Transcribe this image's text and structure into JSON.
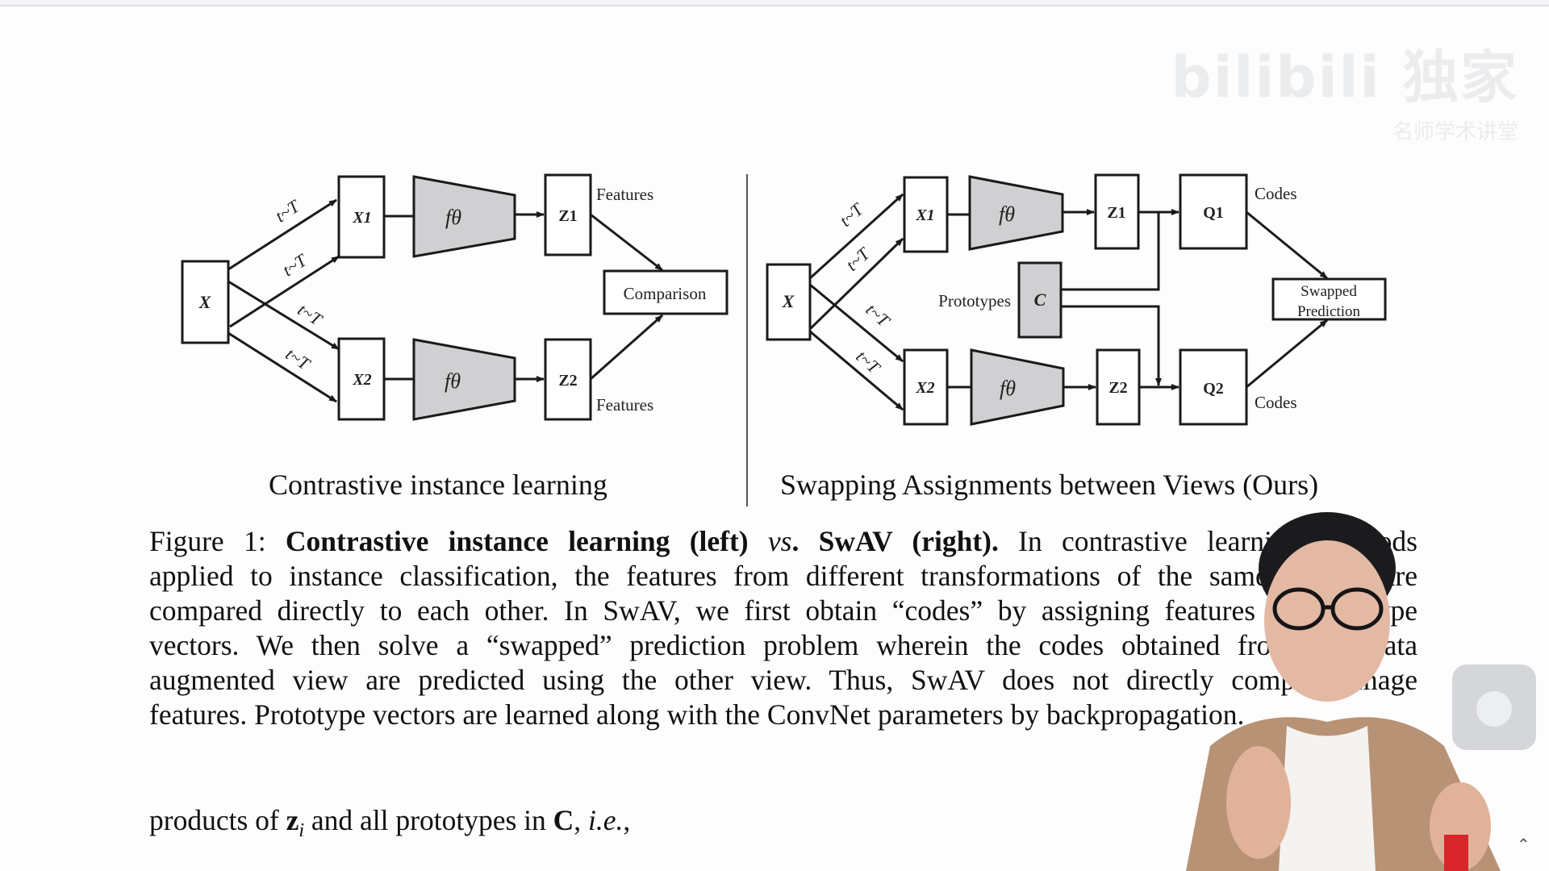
{
  "watermark": {
    "logo": "bilibili 独家",
    "sub": "名师学术讲堂"
  },
  "figure": {
    "left": {
      "input": "X",
      "views": [
        "X1",
        "X2"
      ],
      "encoder": "fθ",
      "features": [
        "Z1",
        "Z2"
      ],
      "features_label": "Features",
      "transform_label": "t~T",
      "comparison": "Comparison",
      "subcaption": "Contrastive instance learning"
    },
    "right": {
      "input": "X",
      "views": [
        "X1",
        "X2"
      ],
      "encoder": "fθ",
      "features": [
        "Z1",
        "Z2"
      ],
      "codes": [
        "Q1",
        "Q2"
      ],
      "codes_label": "Codes",
      "prototypes_label": "Prototypes",
      "prototypes": "C",
      "transform_label": "t~T",
      "swapped_line1": "Swapped",
      "swapped_line2": "Prediction",
      "subcaption": "Swapping Assignments between Views (Ours)"
    }
  },
  "caption": {
    "prefix": "Figure 1: ",
    "bold1": "Contrastive instance learning (left) ",
    "italic": "vs",
    "bold2": ". SwAV (right).",
    "line1_rest": " In contrastive learning methods",
    "line2": "applied to instance classification, the features from different transformations of the same images are",
    "line3": "compared directly to each other. In SwAV, we first obtain “codes” by assigning features to prototype",
    "line4": "vectors. We then solve a “swapped” prediction problem wherein the codes obtained from one data",
    "line5": "augmented view are predicted using the other view. Thus, SwAV does not directly compare image",
    "line6": "features. Prototype vectors are learned along with the ConvNet parameters by backpropagation."
  },
  "body_text": {
    "pre": "products of ",
    "zi": "z",
    "i": "i",
    "mid": " and all prototypes in ",
    "C": "C",
    "comma": ", ",
    "ie": "i.e.",
    "end": ","
  },
  "colors": {
    "box_fill_gray": "#d0cfd1",
    "stroke": "#1a1a1a"
  }
}
